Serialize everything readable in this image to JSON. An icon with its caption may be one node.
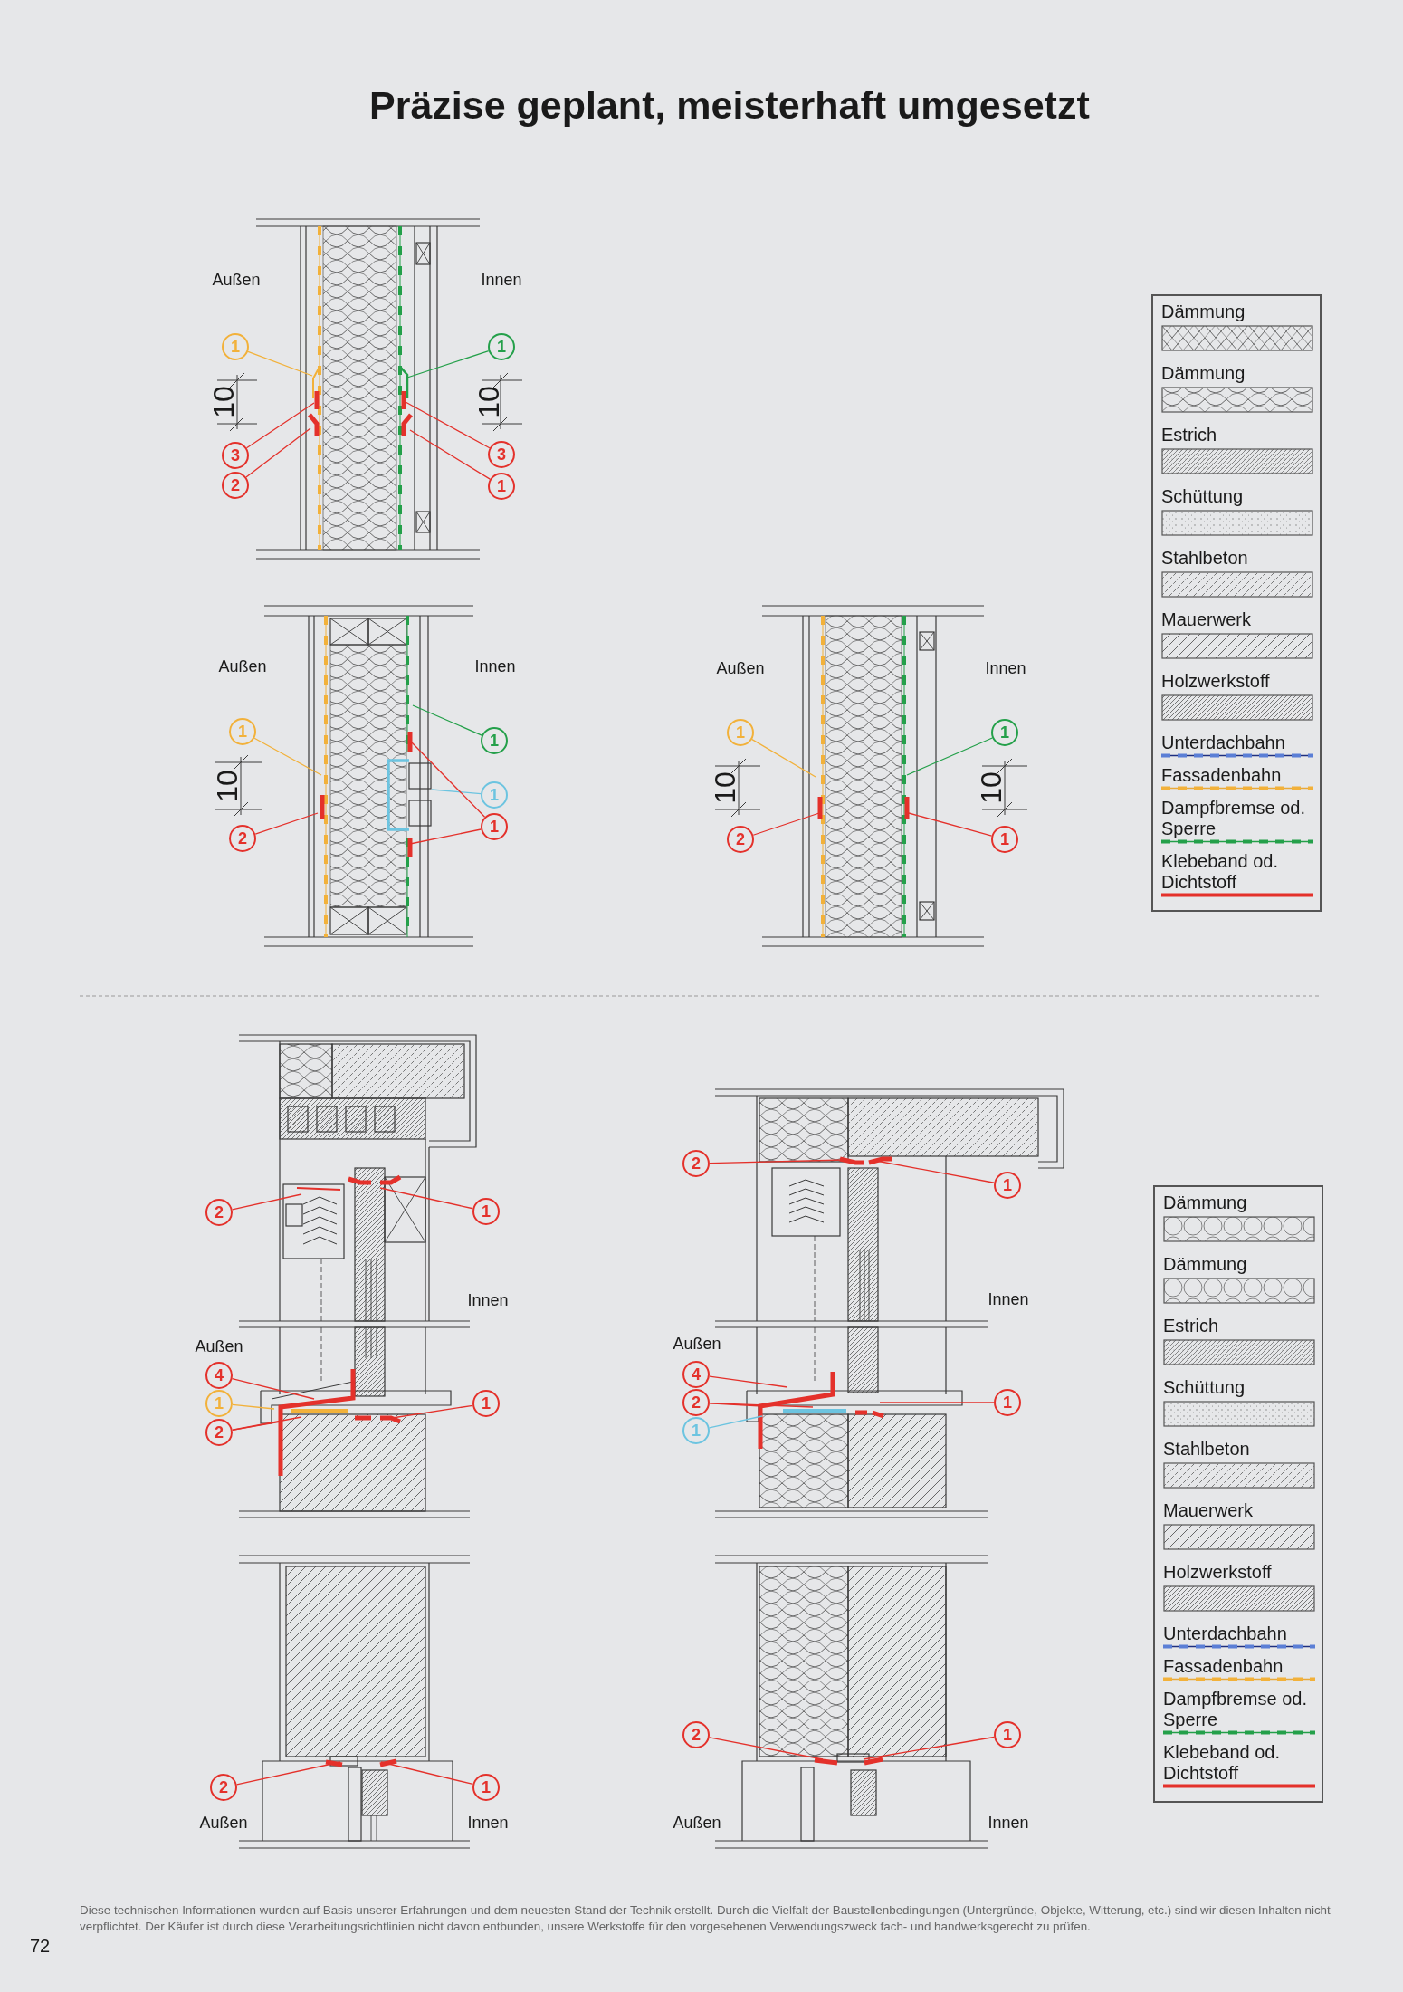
{
  "diagram": {
    "title": "Präzise geplant, meisterhaft umgesetzt",
    "nodes": [
      {
        "text": [
          "1"
        ]
      },
      {
        "text": [
          "3"
        ]
      },
      {
        "text": [
          "2"
        ]
      },
      {
        "text": [
          "1"
        ]
      },
      {
        "text": [
          "3"
        ]
      },
      {
        "text": [
          "1"
        ]
      },
      {
        "text": [
          "1"
        ]
      },
      {
        "text": [
          "2"
        ]
      },
      {
        "text": [
          "1"
        ]
      },
      {
        "text": [
          "1"
        ]
      },
      {
        "text": [
          "1"
        ]
      },
      {
        "text": [
          "1"
        ]
      },
      {
        "text": [
          "2"
        ]
      },
      {
        "text": [
          "1"
        ]
      },
      {
        "text": [
          "1"
        ]
      },
      {
        "text": [
          "2"
        ]
      },
      {
        "text": [
          "1"
        ]
      },
      {
        "text": [
          "4"
        ]
      },
      {
        "text": [
          "1"
        ]
      },
      {
        "text": [
          "2"
        ]
      },
      {
        "text": [
          "1"
        ]
      },
      {
        "text": [
          "2"
        ]
      },
      {
        "text": [
          "1"
        ]
      },
      {
        "text": [
          "4"
        ]
      },
      {
        "text": [
          "2"
        ]
      },
      {
        "text": [
          "1"
        ]
      },
      {
        "text": [
          "1"
        ]
      },
      {
        "text": [
          "2"
        ]
      },
      {
        "text": [
          "1"
        ]
      },
      {
        "text": [
          "2"
        ]
      },
      {
        "text": [
          "1"
        ]
      }
    ],
    "edges": [
      {
        "from": 0,
        "to": null,
        "arrow": "none",
        "color": "#f2b13a"
      },
      {
        "from": 1,
        "to": null,
        "arrow": "none"
      },
      {
        "from": 2,
        "to": null,
        "arrow": "none"
      },
      {
        "from": 3,
        "to": null,
        "arrow": "none",
        "color": "#24a04a"
      },
      {
        "from": 4,
        "to": null,
        "arrow": "none"
      },
      {
        "from": 5,
        "to": null,
        "arrow": "none"
      },
      {
        "from": 6,
        "to": null,
        "arrow": "none",
        "color": "#f2b13a"
      },
      {
        "from": 7,
        "to": null,
        "arrow": "none"
      },
      {
        "from": 8,
        "to": null,
        "arrow": "none",
        "color": "#24a04a"
      },
      {
        "from": 9,
        "to": null,
        "arrow": "none",
        "color": "#6cc4e0"
      },
      {
        "from": 10,
        "to": null,
        "arrow": "none"
      },
      {
        "from": 10,
        "to": null,
        "arrow": "none"
      },
      {
        "from": 11,
        "to": null,
        "arrow": "none",
        "color": "#f2b13a"
      },
      {
        "from": 12,
        "to": null,
        "arrow": "none"
      },
      {
        "from": 13,
        "to": null,
        "arrow": "none",
        "color": "#24a04a"
      },
      {
        "from": 14,
        "to": null,
        "arrow": "none"
      },
      {
        "from": 15,
        "to": null,
        "arrow": "none"
      },
      {
        "from": 16,
        "to": null,
        "arrow": "none"
      },
      {
        "from": 17,
        "to": null,
        "arrow": "none"
      },
      {
        "from": 18,
        "to": null,
        "arrow": "none",
        "color": "#f2b13a"
      },
      {
        "from": 19,
        "to": null,
        "arrow": "none"
      },
      {
        "from": 19,
        "to": null,
        "arrow": "none"
      },
      {
        "from": 20,
        "to": null,
        "arrow": "none"
      },
      {
        "from": 21,
        "to": null,
        "arrow": "none"
      },
      {
        "from": 22,
        "to": null,
        "arrow": "none"
      },
      {
        "from": 23,
        "to": null,
        "arrow": "none"
      },
      {
        "from": 24,
        "to": null,
        "arrow": "none"
      },
      {
        "from": 24,
        "to": null,
        "arrow": "none"
      },
      {
        "from": 25,
        "to": null,
        "arrow": "none",
        "color": "#6cc4e0"
      },
      {
        "from": 26,
        "to": null,
        "arrow": "none"
      },
      {
        "from": 27,
        "to": null,
        "arrow": "none"
      },
      {
        "from": 28,
        "to": null,
        "arrow": "none"
      },
      {
        "from": 29,
        "to": null,
        "arrow": "none"
      },
      {
        "from": 30,
        "to": null,
        "arrow": "none"
      }
    ],
    "labels": [
      "Außen",
      "Innen",
      "10",
      "10",
      "Außen",
      "Innen",
      "10",
      "Außen",
      "Innen",
      "10",
      "10",
      "Innen",
      "Außen",
      "Innen",
      "Außen",
      "Außen",
      "Innen",
      "Außen",
      "Innen",
      "Diese technischen Informationen wurden auf Basis unserer Erfahrungen und dem neuesten Stand der Technik erstellt. Durch die Vielfalt der Baustellenbedingungen (Untergründe, Objekte, Witterung, etc.) sind wir diesen Inhalten nicht verpflichtet. Der Käufer ist durch diese Verarbeitungsrichtlinien nicht davon entbunden, unsere Werkstoffe für den vorgesehenen Verwendungszweck fach- und handwerksgerecht zu prüfen.",
      "72"
    ],
    "legend": [
      {
        "text": "Dämmung"
      },
      {
        "text": "Dämmung"
      },
      {
        "text": "Estrich"
      },
      {
        "text": "Schüttung"
      },
      {
        "text": "Stahlbeton"
      },
      {
        "text": "Mauerwerk"
      },
      {
        "text": "Holzwerkstoff"
      },
      {
        "text": "Unterdachbahn"
      },
      {
        "text": "Fassadenbahn"
      },
      {
        "text": "Dampfbremse od. Sperre"
      },
      {
        "text": "Klebeband od. Dichtstoff"
      },
      {
        "text": "Dämmung"
      },
      {
        "text": "Dämmung"
      },
      {
        "text": "Estrich"
      },
      {
        "text": "Schüttung"
      },
      {
        "text": "Stahlbeton"
      },
      {
        "text": "Mauerwerk"
      },
      {
        "text": "Holzwerkstoff"
      },
      {
        "text": "Unterdachbahn"
      },
      {
        "text": "Fassadenbahn"
      },
      {
        "text": "Dampfbremse od. Sperre"
      },
      {
        "text": "Klebeband od. Dichtstoff"
      }
    ]
  }
}
